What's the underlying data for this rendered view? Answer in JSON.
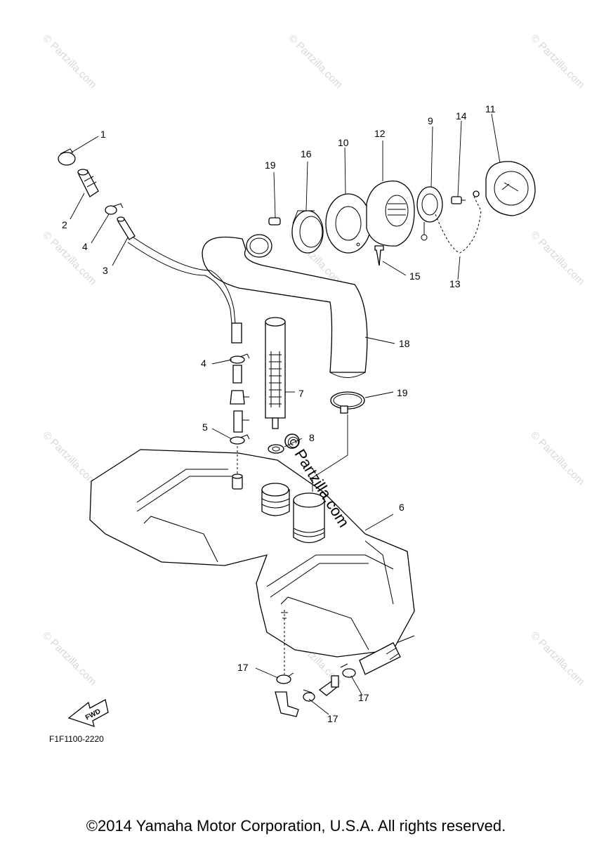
{
  "diagram": {
    "callouts": {
      "c1": "1",
      "c2": "2",
      "c3": "3",
      "c4a": "4",
      "c4b": "4",
      "c5": "5",
      "c6": "6",
      "c7": "7",
      "c8": "8",
      "c9": "9",
      "c10": "10",
      "c11": "11",
      "c12": "12",
      "c13": "13",
      "c14": "14",
      "c15": "15",
      "c16": "16",
      "c17a": "17",
      "c17b": "17",
      "c17c": "17",
      "c18": "18",
      "c19a": "19",
      "c19b": "19"
    },
    "fwd_label": "FWD",
    "reference_code": "F1F1100-2220",
    "watermark": "© Partzilla.com"
  },
  "footer": {
    "copyright": "©2014 Yamaha Motor Corporation, U.S.A. All rights reserved."
  }
}
